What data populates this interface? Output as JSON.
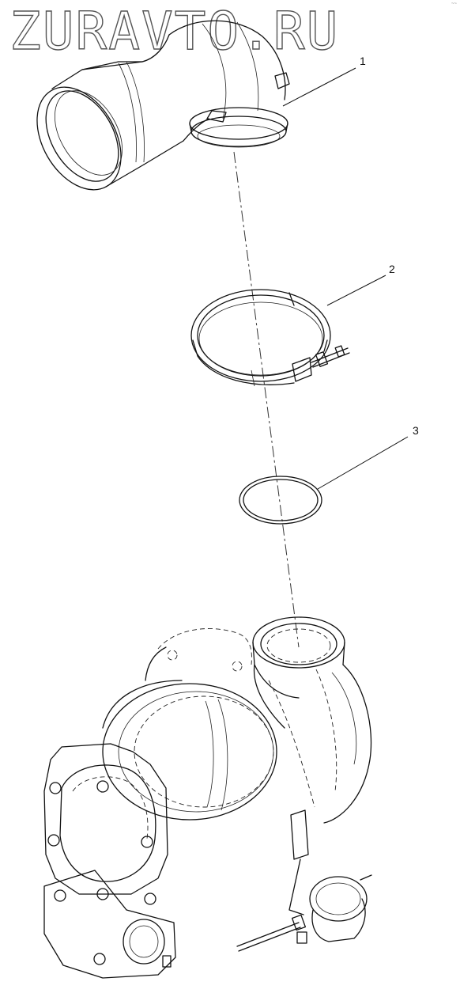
{
  "watermark": "ZURAVTO.RU",
  "corner_mark": "~~",
  "callouts": [
    {
      "id": "1",
      "label": "1"
    },
    {
      "id": "2",
      "label": "2"
    },
    {
      "id": "3",
      "label": "3"
    }
  ],
  "parts": [
    "elbow-pipe",
    "v-band-clamp",
    "o-ring",
    "turbocharger"
  ]
}
